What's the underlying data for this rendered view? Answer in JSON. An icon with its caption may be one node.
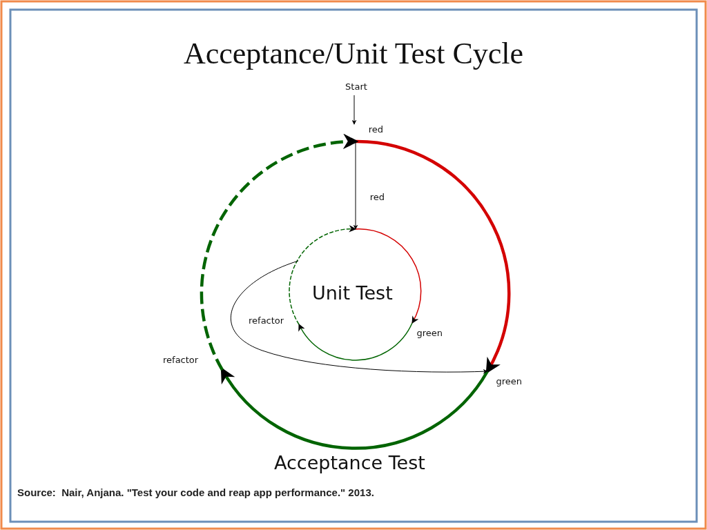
{
  "diagram": {
    "title": "Acceptance/Unit Test Cycle",
    "nodes": [
      {
        "text": [
          "Start"
        ]
      },
      {
        "text": [
          "red"
        ]
      },
      {
        "text": [
          "green"
        ]
      },
      {
        "text": [
          "refactor"
        ]
      },
      {
        "text": [
          "red"
        ]
      },
      {
        "text": [
          "green"
        ]
      },
      {
        "text": [
          "refactor"
        ]
      }
    ],
    "edges": [
      {
        "from": 0,
        "to": 1,
        "arrow": "to",
        "color": "#000000"
      },
      {
        "from": 1,
        "to": 2,
        "arrow": "to",
        "style": "thick",
        "color": "#d40000"
      },
      {
        "from": 2,
        "to": 3,
        "arrow": "to",
        "style": "thick",
        "color": "#006400"
      },
      {
        "from": 3,
        "to": 1,
        "arrow": "to",
        "style": "dashed",
        "color": "#006400"
      },
      {
        "from": 1,
        "to": 4,
        "arrow": "to",
        "color": "#000000"
      },
      {
        "from": 4,
        "to": 5,
        "arrow": "to",
        "color": "#d40000"
      },
      {
        "from": 5,
        "to": 6,
        "arrow": "to",
        "color": "#006400"
      },
      {
        "from": 6,
        "to": 4,
        "arrow": "to",
        "style": "dashed",
        "color": "#006400"
      },
      {
        "from": null,
        "to": 2,
        "arrow": "to",
        "color": "#000000"
      }
    ],
    "labels": [
      "Unit Test",
      "Acceptance Test",
      "Source:  Nair, Anjana. \"Test your code and reap app performance.\" 2013."
    ]
  }
}
